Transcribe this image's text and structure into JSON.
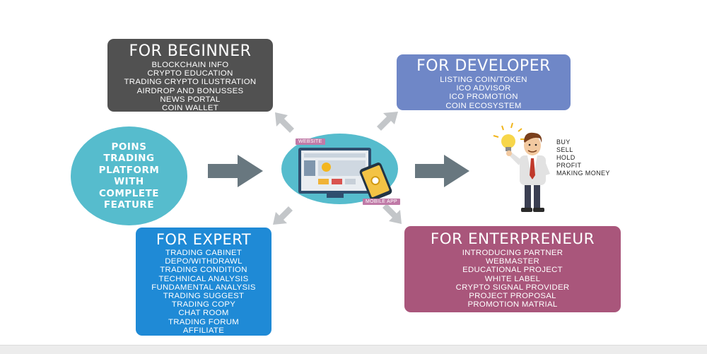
{
  "boxes": {
    "beginner": {
      "title": "FOR BEGINNER",
      "items": [
        "BLOCKCHAIN INFO",
        "CRYPTO EDUCATION",
        "TRADING CRYPTO ILUSTRATION",
        "AIRDROP AND BONUSSES",
        "NEWS PORTAL",
        "COIN WALLET"
      ]
    },
    "developer": {
      "title": "FOR DEVELOPER",
      "items": [
        "LISTING COIN/TOKEN",
        "ICO ADVISOR",
        "ICO PROMOTION",
        "COIN ECOSYSTEM"
      ]
    },
    "expert": {
      "title": "FOR EXPERT",
      "items": [
        "TRADING CABINET",
        "DEPO/WITHDRAWL",
        "TRADING CONDITION",
        "TECHNICAL ANALYSIS",
        "FUNDAMENTAL ANALYSIS",
        "TRADING SUGGEST",
        "TRADING COPY",
        "CHAT ROOM",
        "TRADING FORUM",
        "AFFILIATE"
      ]
    },
    "enterprise": {
      "title": "FOR ENTERPRENEUR",
      "items": [
        "INTRODUCING PARTNER",
        "WEBMASTER",
        "EDUCATIONAL PROJECT",
        "WHITE LABEL",
        "CRYPTO SIGNAL PROVIDER",
        "PROJECT PROPOSAL",
        "PROMOTION MATRIAL"
      ]
    }
  },
  "platform": {
    "text": "POINS\nTRADING\nPLATFORM\nWITH\nCOMPLETE\nFEATURE"
  },
  "devices": {
    "website_label": "WEBSITE",
    "mobile_label": "MOBILE APP"
  },
  "person_words": [
    "BUY",
    "SELL",
    "HOLD",
    "PROFIT",
    "MAKING MONEY"
  ],
  "colors": {
    "beginner": "#515151",
    "developer": "#6f87c7",
    "expert": "#1f8ad6",
    "enterprise": "#a9567b",
    "circle": "#56bccd",
    "arrow": "#68777f",
    "small_arrow": "#c3c6c9",
    "coin": "#f3b61f"
  }
}
